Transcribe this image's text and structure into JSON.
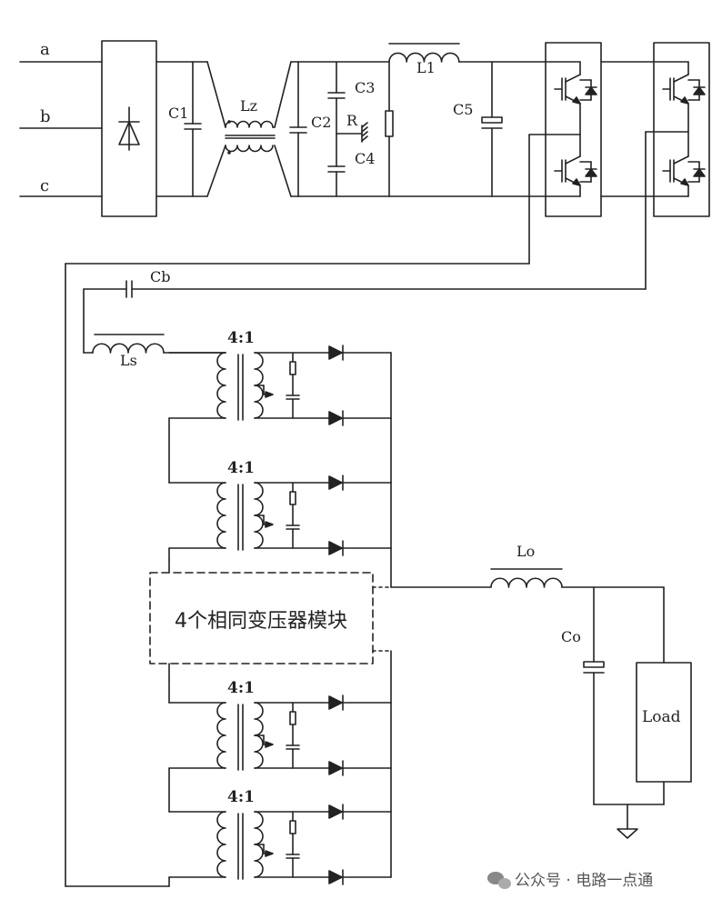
{
  "inputs": [
    "a",
    "b",
    "c"
  ],
  "labels": {
    "c1": "C1",
    "lz": "Lz",
    "c2": "C2",
    "c3": "C3",
    "r": "R",
    "c4": "C4",
    "l1": "L1",
    "c5": "C5",
    "cb": "Cb",
    "ls": "Ls",
    "lo": "Lo",
    "co": "Co",
    "load": "Load"
  },
  "transformer_ratio": "4:1",
  "module_box_text": "4个相同变压器模块",
  "watermark": "公众号 · 电路一点通",
  "colors": {
    "line": "#222222",
    "background": "#ffffff"
  }
}
